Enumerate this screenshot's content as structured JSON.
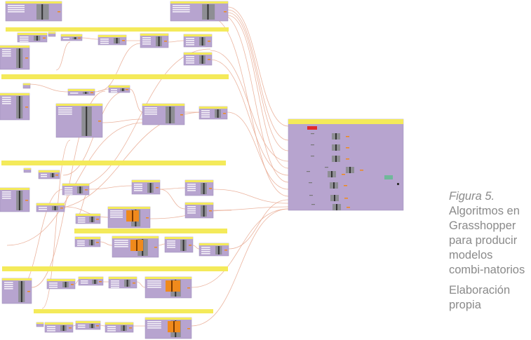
{
  "figure": {
    "label": "Figura 5.",
    "caption": "Algoritmos en Grasshopper para producir modelos combi-natorios",
    "source": "Elaboración propia"
  },
  "colors": {
    "group_fill": "#b7a4cf",
    "group_header": "#f4ea5a",
    "band": "#f4ea5a",
    "wire": "#e8a78e",
    "component": "#8e8e94",
    "output_orange": "#ef8a1c",
    "alert_red": "#e02b2b",
    "panel_green": "#6fb89a"
  }
}
